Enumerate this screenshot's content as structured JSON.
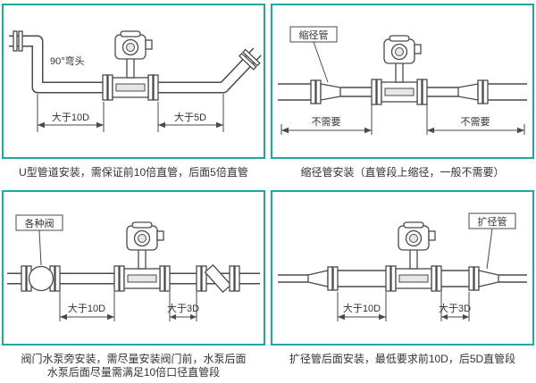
{
  "colors": {
    "frame_border": "#1ca9a1",
    "line": "#4a4a4a",
    "text": "#333333"
  },
  "panels": [
    {
      "name": "u-pipe-installation",
      "caption": "U型管道安装，需保证前10倍直管，后面5倍直管",
      "labels": {
        "callout": "90°弯头",
        "dim_left": "大于10D",
        "dim_right": "大于5D"
      }
    },
    {
      "name": "reducer-installation",
      "caption": "缩径管安装（直管段上缩径，一般不需要）",
      "labels": {
        "callout": "缩径管",
        "dim_left": "不需要",
        "dim_right": "不需要"
      }
    },
    {
      "name": "valve-pump-installation",
      "caption": "阀门水泵旁安装，需尽量安装阀门前，水泵后面",
      "caption2": "水泵后面尽量需满足10倍口径直管段",
      "labels": {
        "callout": "各种阀",
        "dim_left": "大于10D",
        "dim_right": "大于3D"
      }
    },
    {
      "name": "expander-installation",
      "caption": "扩径管后面安装，最低要求前10D，后5D直管段",
      "labels": {
        "callout": "扩径管",
        "dim_left": "大于10D",
        "dim_right": "大于3D"
      }
    }
  ]
}
